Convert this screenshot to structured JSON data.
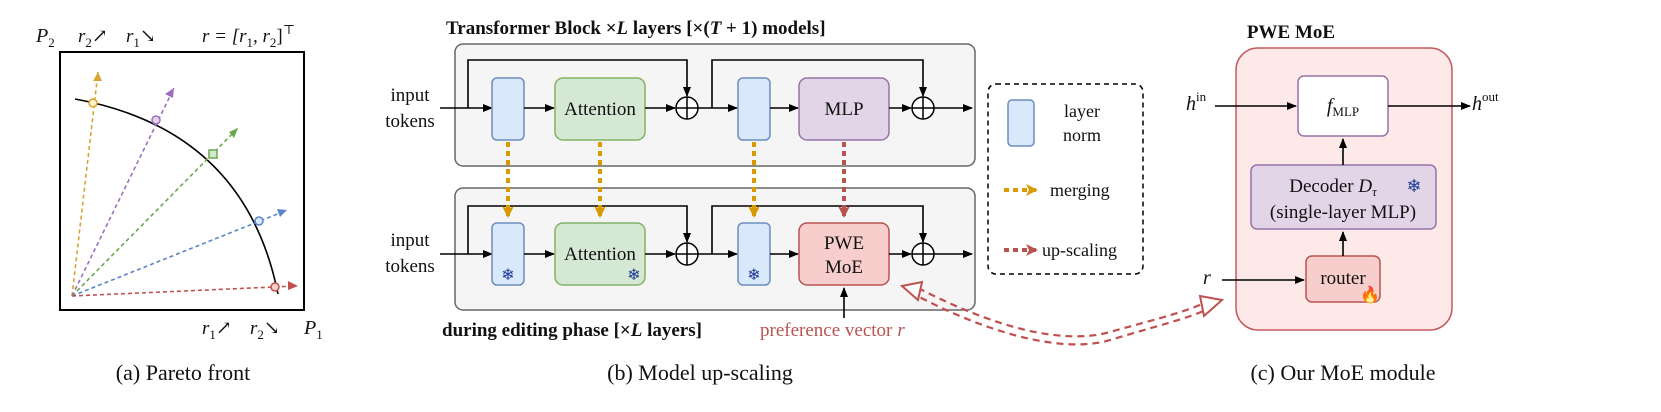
{
  "panel_a": {
    "caption": "(a) Pareto front",
    "top_left_p": "P",
    "top_left_p_sub": "2",
    "top_r2_up": "r",
    "top_r2_up_sub": "2",
    "top_r1_down": "r",
    "top_r1_down_sub": "1",
    "top_formula": "r = [r",
    "top_formula_sub1": "1",
    "top_formula_mid": ", r",
    "top_formula_sub2": "2",
    "top_formula_end": "]",
    "top_formula_sup": "⊤",
    "bottom_r1_up": "r",
    "bottom_r1_up_sub": "1",
    "bottom_r2_down": "r",
    "bottom_r2_down_sub": "2",
    "bottom_p": "P",
    "bottom_p_sub": "1",
    "arrow_up": "↗",
    "arrow_down": "↘",
    "ray_colors": [
      "#d8a530",
      "#9b6fc0",
      "#6aa84f",
      "#5b85c6",
      "#c0504d"
    ]
  },
  "panel_b": {
    "caption": "(b) Model up-scaling",
    "top_title_a": "Transformer Block ×",
    "top_title_L": "L",
    "top_title_b": " layers [×(",
    "top_title_T": "T",
    "top_title_c": " + 1) models]",
    "input_line1": "input",
    "input_line2": "tokens",
    "attention": "Attention",
    "mlp": "MLP",
    "pwe_line1": "PWE",
    "pwe_line2": "MoE",
    "bottom_title_a": "during editing phase [×",
    "bottom_title_L": "L",
    "bottom_title_b": " layers]",
    "pref_label": "preference vector",
    "pref_var": "r",
    "legend_layer_line1": "layer",
    "legend_layer_line2": "norm",
    "legend_merging": "merging",
    "legend_upscaling": "up-scaling",
    "snowflake_icon": "❄"
  },
  "panel_c": {
    "caption": "(c) Our MoE module",
    "title": "PWE MoE",
    "h_in": "h",
    "h_in_sup": "in",
    "h_out": "h",
    "h_out_sup": "out",
    "f_mlp": "f",
    "f_mlp_sub": "MLP",
    "decoder_line1": "Decoder ",
    "decoder_var": "D",
    "decoder_sub": "τ",
    "decoder_line2": "(single-layer MLP)",
    "r_label": "r",
    "router": "router",
    "fire_icon": "🔥"
  },
  "colors": {
    "norm_fill": "#dae8fc",
    "norm_stroke": "#6c8ebf",
    "attn_fill": "#d5e8d4",
    "attn_stroke": "#82b366",
    "mlp_fill": "#e1d5e7",
    "mlp_stroke": "#9673a6",
    "pwe_fill": "#f8cecc",
    "pwe_stroke": "#b85450",
    "block_fill": "#f5f5f5",
    "block_stroke": "#666666",
    "merge_arrow": "#d79b00",
    "upscale_arrow": "#b85450",
    "snowflake": "#1f3a93",
    "pref_text": "#b85450",
    "moe_bg": "#fde9e7",
    "moe_stroke": "#c55a5a"
  }
}
